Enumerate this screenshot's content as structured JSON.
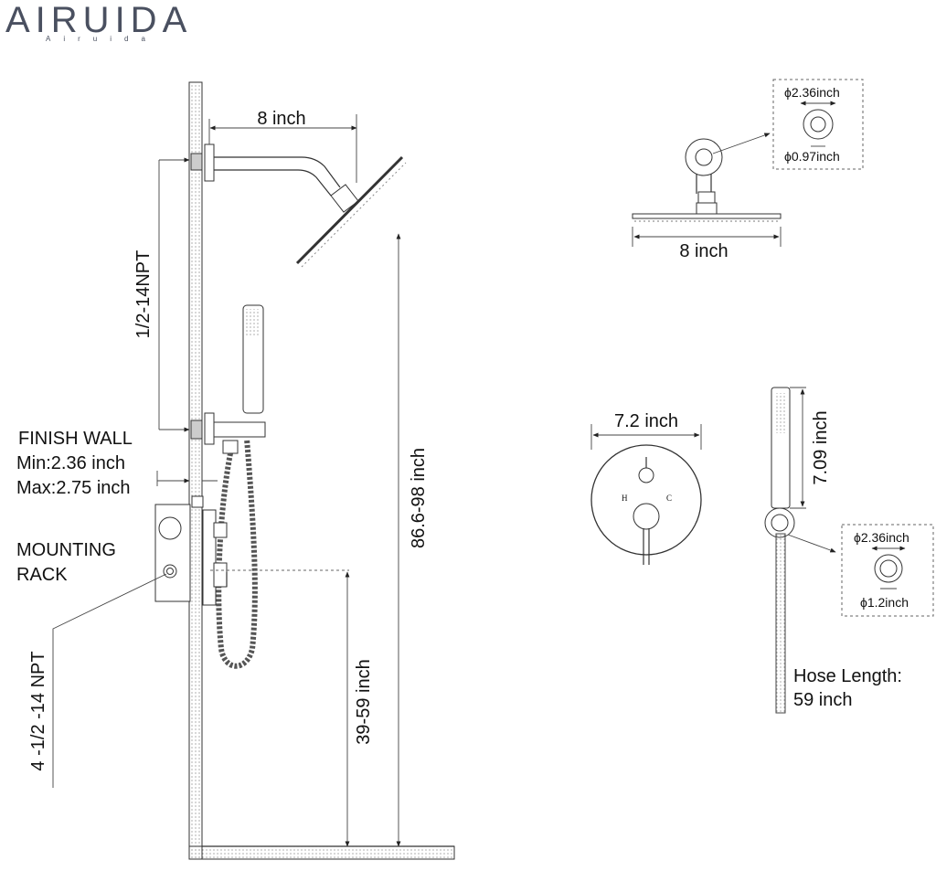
{
  "brand": {
    "name": "AIRUIDA",
    "sub": "Airuida"
  },
  "labels": {
    "arm_length": "8 inch",
    "inlet_thread": "1/2-14NPT",
    "finish_wall_title": "FINISH WALL",
    "finish_wall_min": "Min:2.36 inch",
    "finish_wall_max": "Max:2.75 inch",
    "mounting_rack_1": "MOUNTING",
    "mounting_rack_2": "RACK",
    "rack_thread": "4 -1/2 -14 NPT",
    "total_height": "86.6-98 inch",
    "valve_height": "39-59 inch",
    "showerhead_width": "8 inch",
    "flange_outer": "ϕ2.36inch",
    "flange_inner": "ϕ0.97inch",
    "valve_plate": "7.2 inch",
    "valve_hot": "H",
    "valve_cold": "C",
    "handheld_length": "7.09 inch",
    "holder_outer": "ϕ2.36inch",
    "holder_inner": "ϕ1.2inch",
    "hose_length_1": "Hose Length:",
    "hose_length_2": "59 inch"
  },
  "colors": {
    "line": "#333333",
    "brand": "#4a5060",
    "background": "#ffffff"
  }
}
